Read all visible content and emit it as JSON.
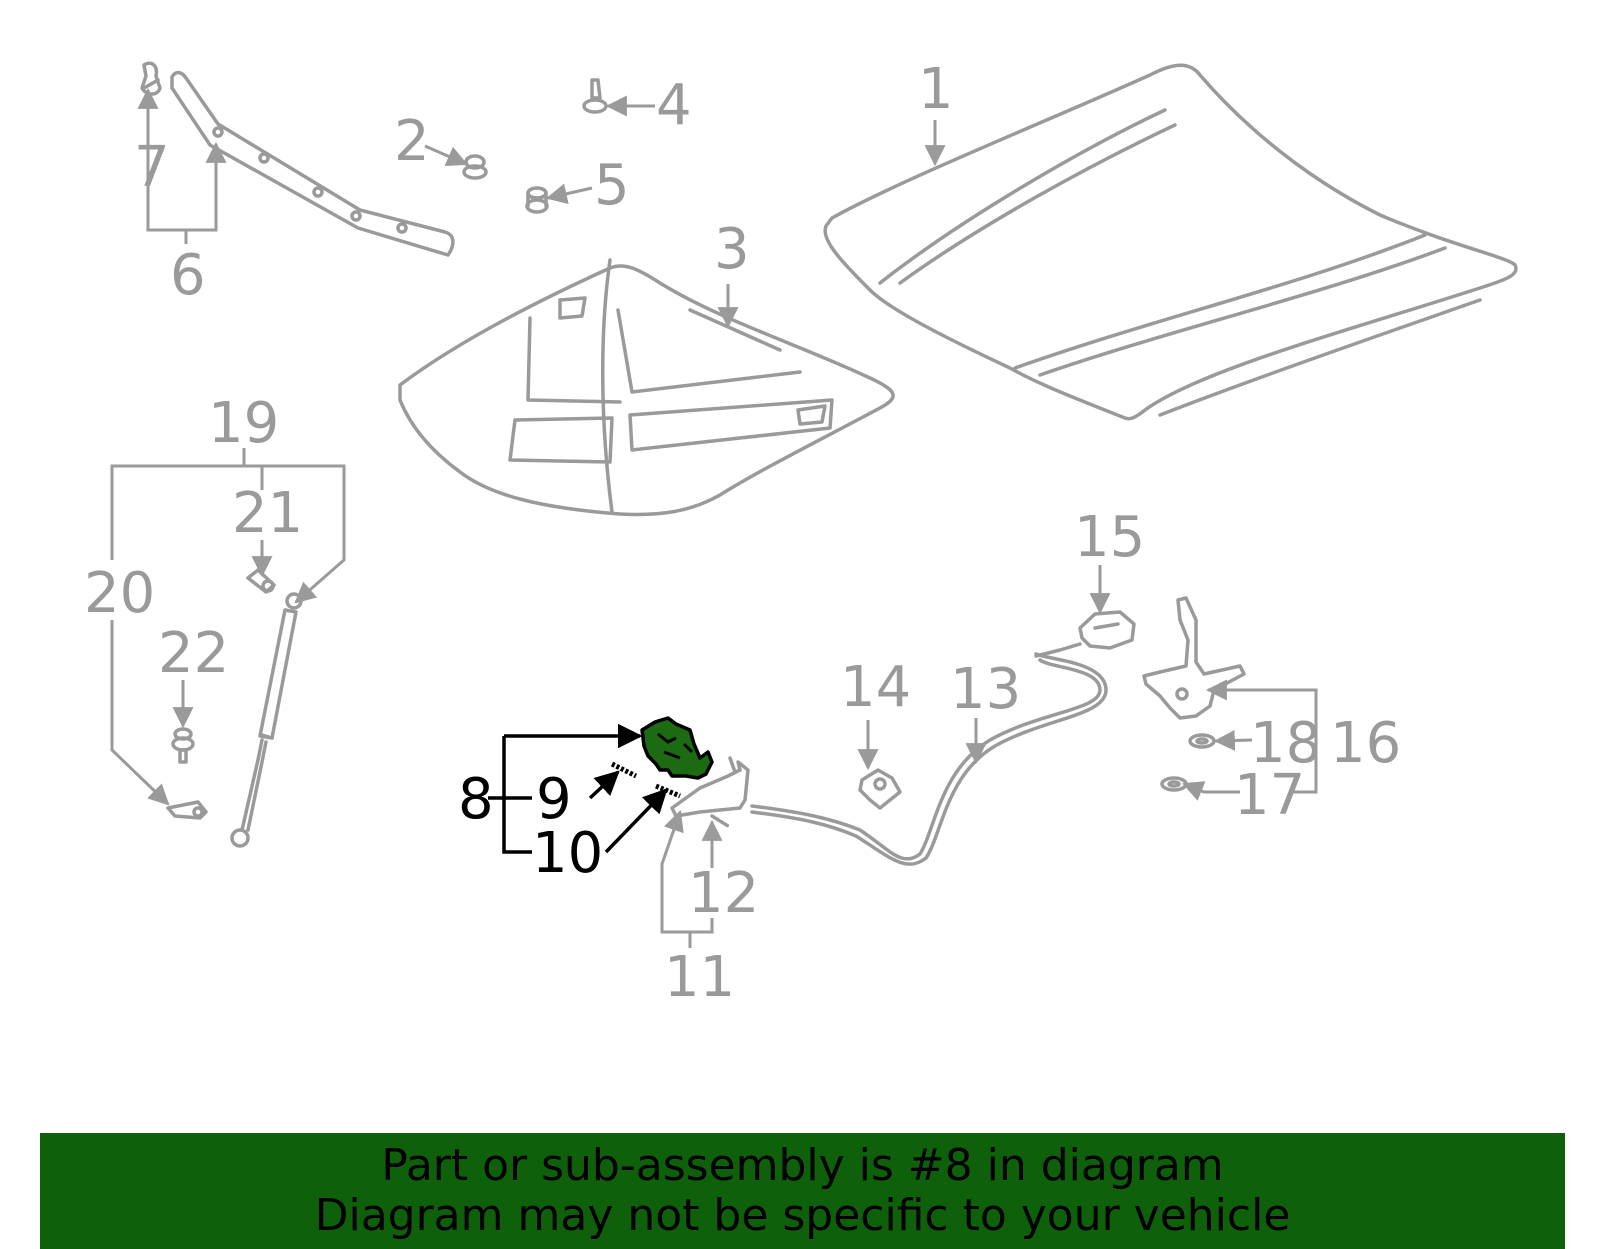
{
  "diagram": {
    "highlighted_part": "8",
    "highlight_color": "#1c6b12",
    "line_color": "#9a9a9a",
    "callouts": [
      {
        "id": "c1",
        "text": "1"
      },
      {
        "id": "c2",
        "text": "2"
      },
      {
        "id": "c3",
        "text": "3"
      },
      {
        "id": "c4",
        "text": "4"
      },
      {
        "id": "c5",
        "text": "5"
      },
      {
        "id": "c6",
        "text": "6"
      },
      {
        "id": "c7",
        "text": "7"
      },
      {
        "id": "c8",
        "text": "8"
      },
      {
        "id": "c9",
        "text": "9"
      },
      {
        "id": "c10",
        "text": "10"
      },
      {
        "id": "c11",
        "text": "11"
      },
      {
        "id": "c12",
        "text": "12"
      },
      {
        "id": "c13",
        "text": "13"
      },
      {
        "id": "c14",
        "text": "14"
      },
      {
        "id": "c15",
        "text": "15"
      },
      {
        "id": "c16",
        "text": "16"
      },
      {
        "id": "c17",
        "text": "17"
      },
      {
        "id": "c18",
        "text": "18"
      },
      {
        "id": "c19",
        "text": "19"
      },
      {
        "id": "c20",
        "text": "20"
      },
      {
        "id": "c21",
        "text": "21"
      },
      {
        "id": "c22",
        "text": "22"
      }
    ]
  },
  "banner": {
    "line1": "Part or sub-assembly is #8 in diagram",
    "line2": "Diagram may not be specific to your vehicle",
    "background": "#0f600b"
  }
}
